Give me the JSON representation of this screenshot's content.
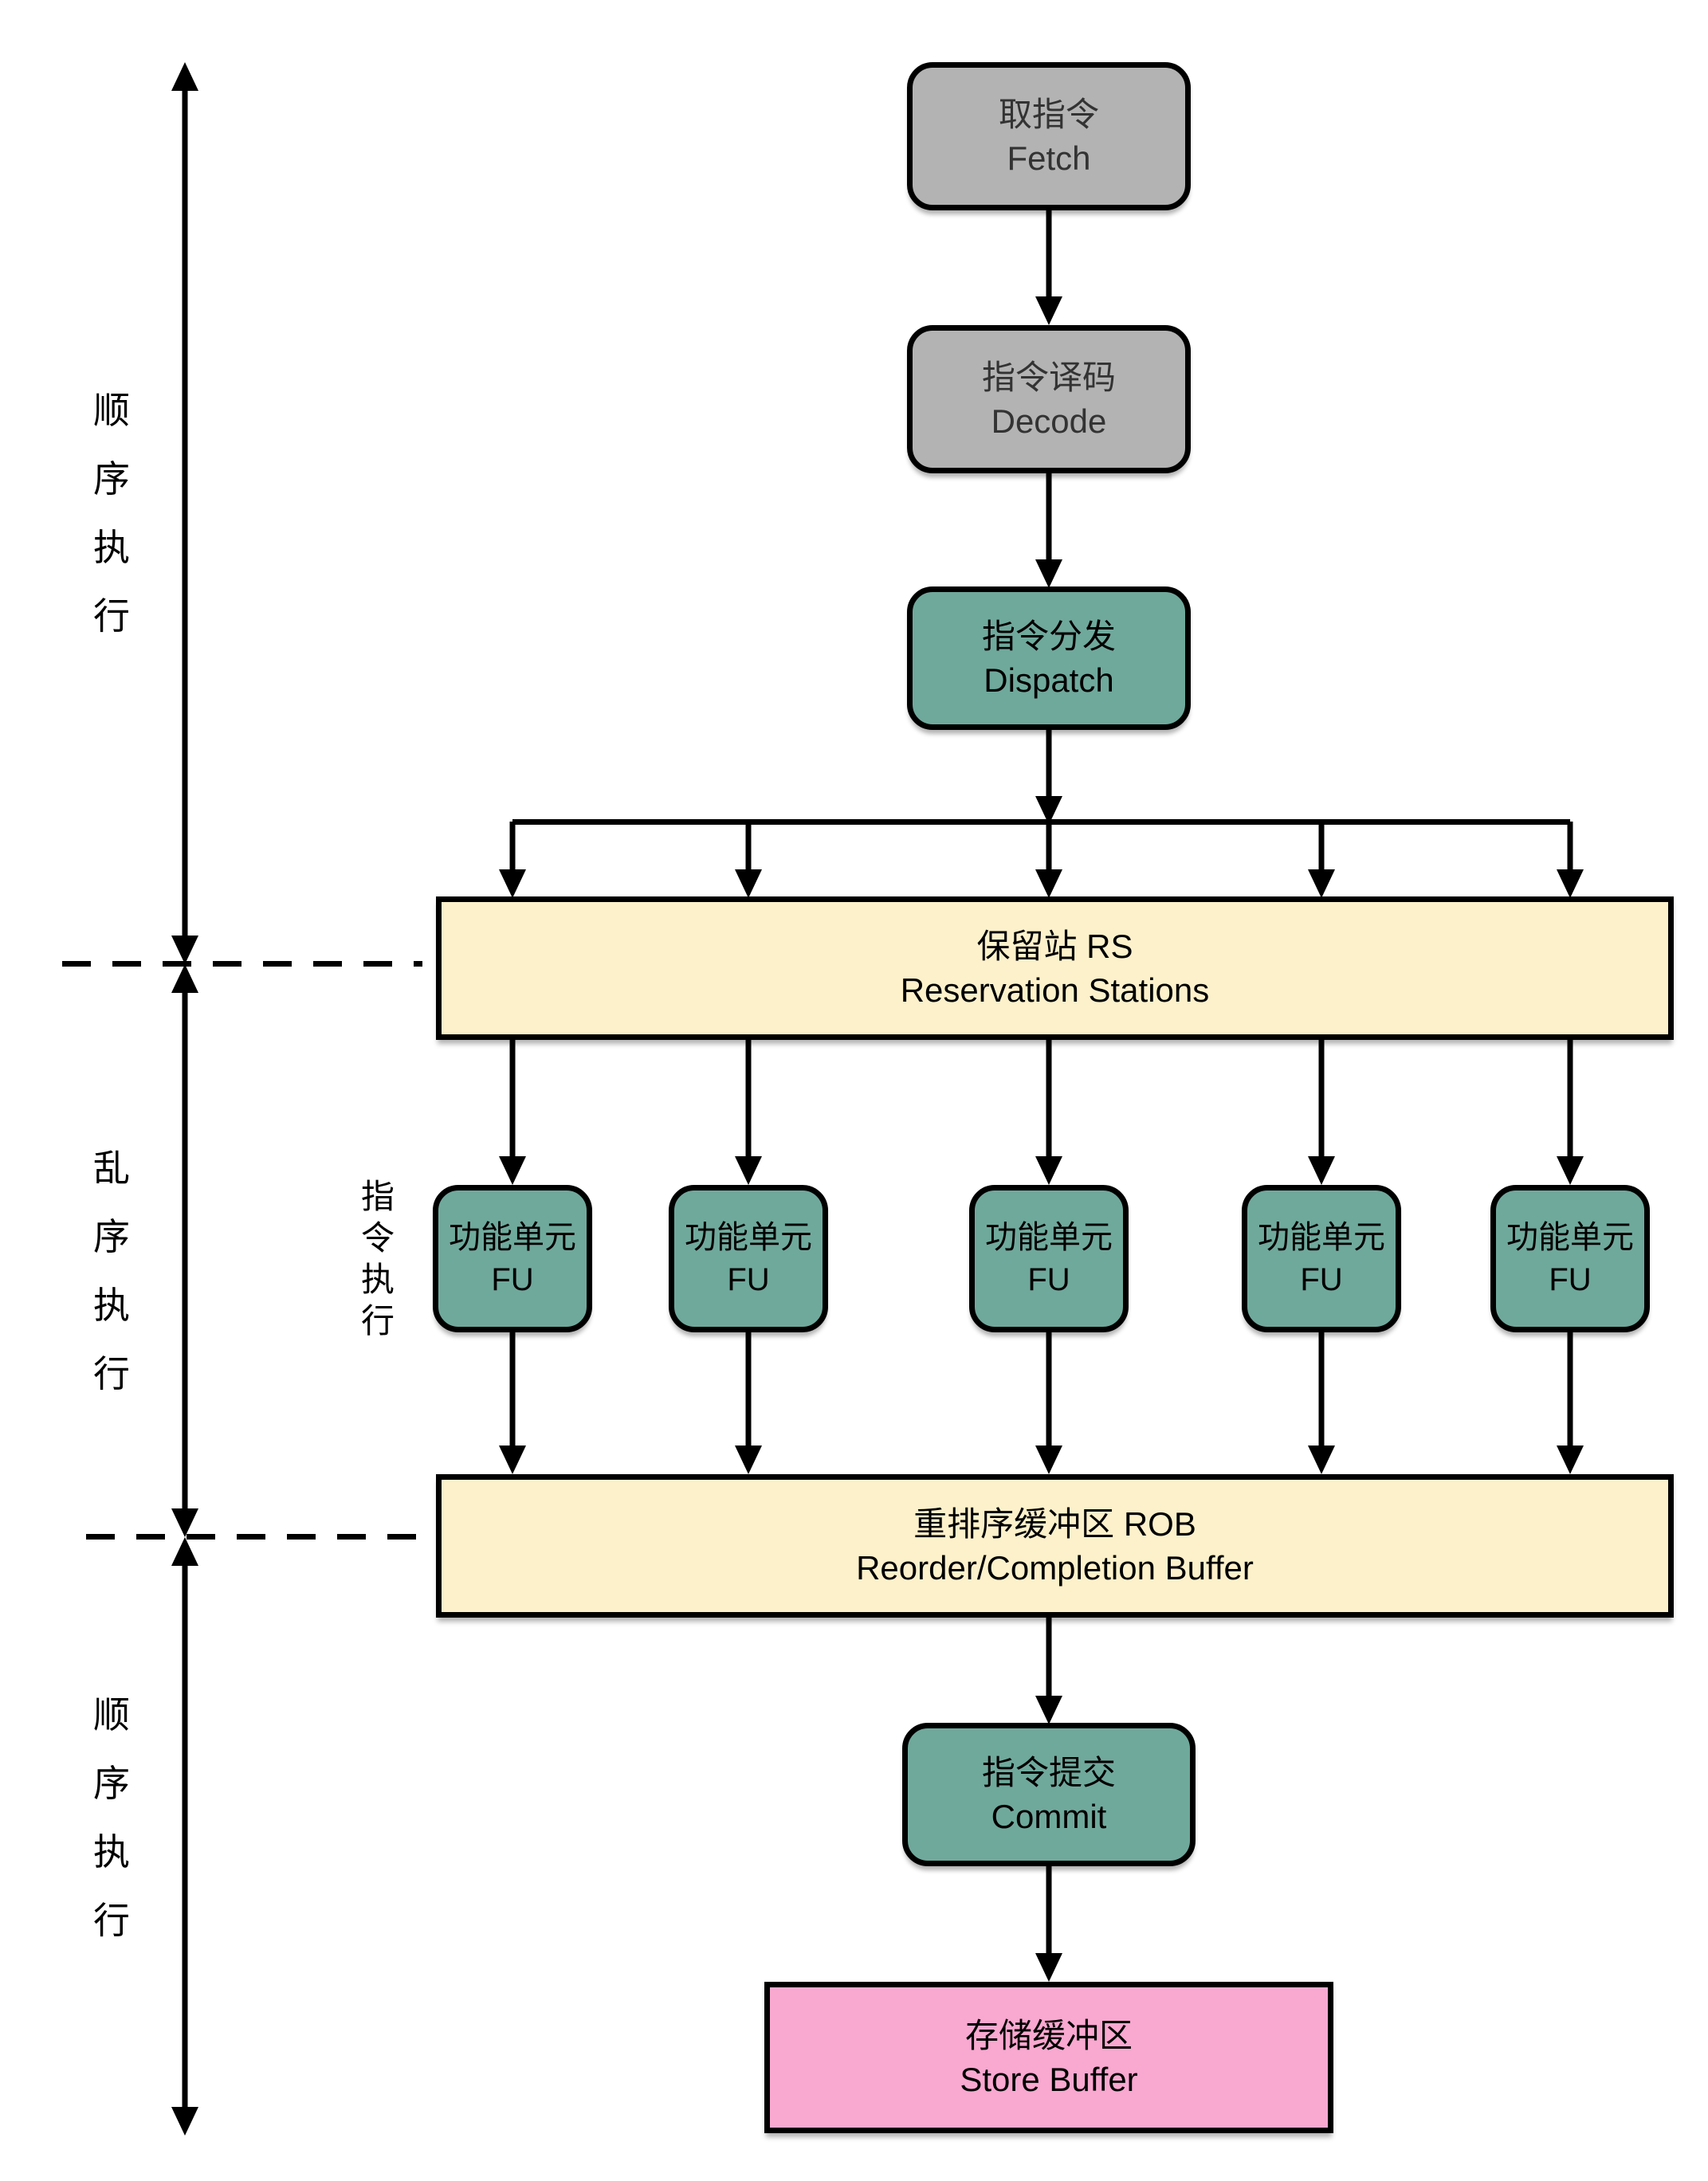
{
  "diagram": {
    "background": "#ffffff",
    "colors": {
      "stage_gray": "#b3b3b3",
      "stage_teal": "#6fa99c",
      "buffer_cream": "#fdf1cb",
      "buffer_pink": "#f9a8d0",
      "line_black": "#000000",
      "gray_box_text": "#333333"
    },
    "side_rail": {
      "top_label": "顺序执行",
      "middle_label": "乱序执行",
      "bottom_label": "顺序执行"
    },
    "execute_label": "指令执行",
    "nodes": {
      "fetch": {
        "zh": "取指令",
        "en": "Fetch"
      },
      "decode": {
        "zh": "指令译码",
        "en": "Decode"
      },
      "dispatch": {
        "zh": "指令分发",
        "en": "Dispatch"
      },
      "reservation_stations": {
        "zh": "保留站 RS",
        "en": "Reservation Stations"
      },
      "functional_unit": {
        "zh": "功能单元",
        "en": "FU"
      },
      "reorder_buffer": {
        "zh": "重排序缓冲区 ROB",
        "en": "Reorder/Completion Buffer"
      },
      "commit": {
        "zh": "指令提交",
        "en": "Commit"
      },
      "store_buffer": {
        "zh": "存储缓冲区",
        "en": "Store Buffer"
      }
    },
    "functional_unit_count": 5
  }
}
